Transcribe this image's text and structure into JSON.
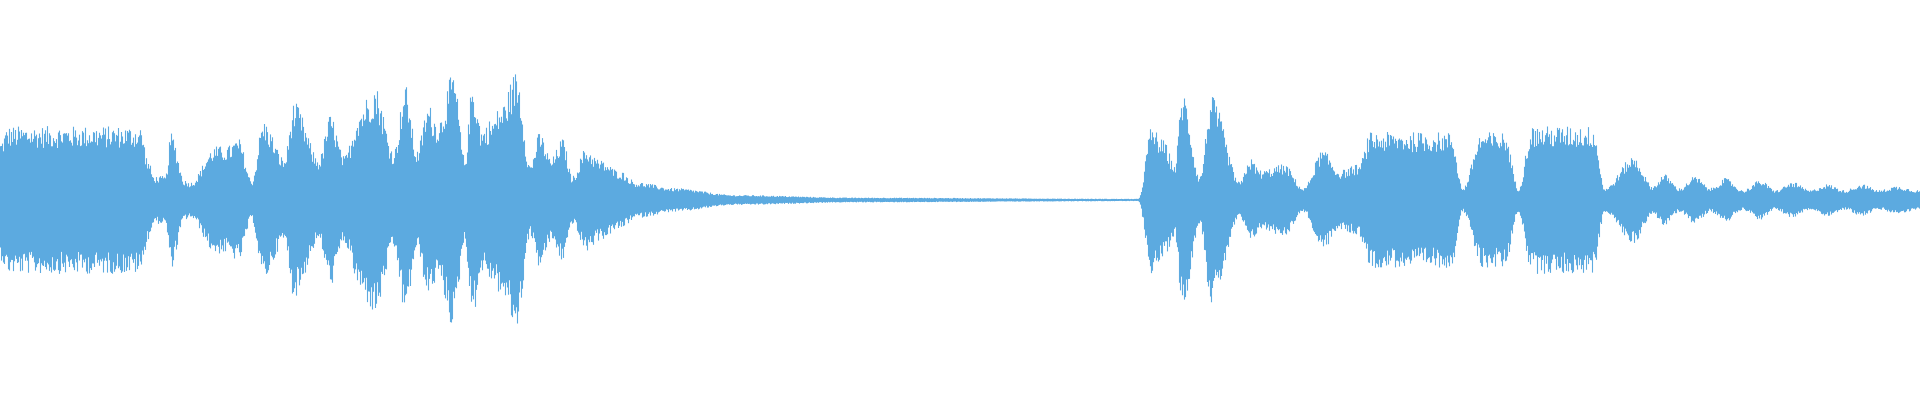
{
  "chart_data": {
    "type": "area",
    "title": "",
    "xlabel": "",
    "ylabel": "",
    "grid": false,
    "color": "#5DAAE0",
    "xlim": [
      0,
      100
    ],
    "ylim": [
      -1,
      1
    ],
    "x": [
      0,
      0.4,
      7.3,
      7.7,
      8.0,
      8.6,
      8.9,
      9.6,
      9.9,
      11.2,
      11.8,
      12.4,
      13.1,
      13.7,
      14.8,
      15.3,
      16.6,
      17.2,
      17.9,
      18.8,
      19.1,
      19.5,
      20.5,
      21.1,
      21.7,
      22.3,
      22.8,
      23.6,
      24.2,
      24.6,
      25.1,
      25.6,
      26.1,
      26.9,
      27.6,
      28.1,
      28.7,
      29.3,
      29.8,
      30.5,
      31.3,
      32.2,
      33.2,
      35.1,
      38.3,
      44.6,
      59.3,
      60.0,
      60.6,
      61.2,
      61.6,
      62.5,
      63.1,
      64.6,
      65.1,
      65.7,
      66.9,
      67.9,
      68.9,
      69.8,
      70.8,
      71.4,
      72.4,
      75.6,
      76.2,
      77.2,
      78.4,
      79.1,
      79.8,
      83.0,
      83.6,
      85.1,
      86.1,
      86.7,
      87.5,
      88.3,
      89.1,
      89.9,
      90.8,
      91.7,
      92.5,
      93.4,
      94.3,
      95.2,
      96.1,
      97.0,
      97.9,
      98.8,
      100
    ],
    "amplitude": [
      0.3,
      0.37,
      0.37,
      0.2,
      0.12,
      0.12,
      0.34,
      0.1,
      0.09,
      0.27,
      0.27,
      0.31,
      0.1,
      0.4,
      0.21,
      0.49,
      0.21,
      0.43,
      0.22,
      0.47,
      0.52,
      0.58,
      0.25,
      0.58,
      0.25,
      0.48,
      0.4,
      0.64,
      0.21,
      0.59,
      0.36,
      0.41,
      0.48,
      0.65,
      0.18,
      0.34,
      0.21,
      0.31,
      0.12,
      0.26,
      0.2,
      0.15,
      0.09,
      0.06,
      0.025,
      0.012,
      0.006,
      0.37,
      0.3,
      0.18,
      0.55,
      0.12,
      0.52,
      0.09,
      0.21,
      0.15,
      0.18,
      0.06,
      0.25,
      0.15,
      0.18,
      0.34,
      0.34,
      0.34,
      0.06,
      0.34,
      0.34,
      0.06,
      0.37,
      0.37,
      0.06,
      0.22,
      0.07,
      0.13,
      0.06,
      0.12,
      0.06,
      0.11,
      0.05,
      0.1,
      0.05,
      0.09,
      0.05,
      0.08,
      0.05,
      0.08,
      0.05,
      0.07,
      0.05
    ]
  }
}
